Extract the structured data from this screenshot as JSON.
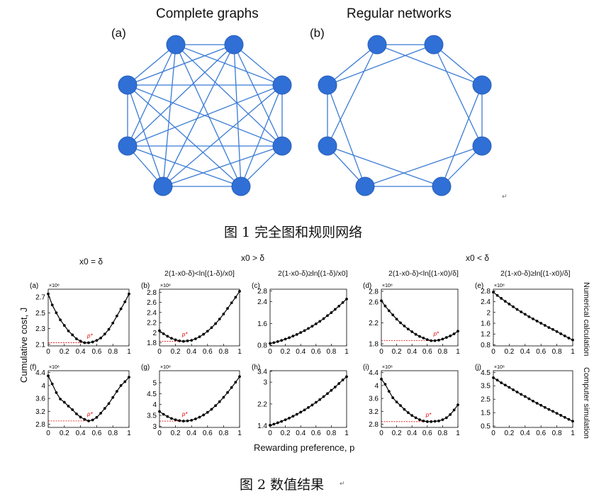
{
  "figure1": {
    "titles": [
      "Complete graphs",
      "Regular networks"
    ],
    "labels": [
      "(a)",
      "(b)"
    ],
    "caption": "图 1  完全图和规则网络",
    "mark": "↵",
    "colors": {
      "node": "#2f6fd6",
      "edge": "#3a7bd5"
    }
  },
  "figure2": {
    "caption": "图 2  数值结果",
    "mark": "↵",
    "column_headers": {
      "x0_eq": "x0 = δ",
      "x0_gt": "x0 > δ",
      "x0_lt": "x0 < δ",
      "cond_b": "2(1-x0-δ)<ln[(1-δ)/x0]",
      "cond_c": "2(1-x0-δ)≥ln[(1-δ)/x0]",
      "cond_d": "2(1-x0-δ)<ln[(1-x0)/δ]",
      "cond_e": "2(1-x0-δ)≥ln[(1-x0)/δ]"
    },
    "ylabel": "Cumulative cost,  J",
    "xlabel": "Rewarding preference, p",
    "row_labels": [
      "Numerical calculation",
      "Computer simulation"
    ],
    "colors": {
      "curve": "#000000",
      "optimum": "#e00000"
    }
  },
  "chart_data": [
    {
      "id": "a",
      "type": "line",
      "panel_label": "(a)",
      "exponent": "×10⁸",
      "x": [
        0,
        0.05,
        0.1,
        0.15,
        0.2,
        0.25,
        0.3,
        0.35,
        0.4,
        0.45,
        0.5,
        0.55,
        0.6,
        0.65,
        0.7,
        0.75,
        0.8,
        0.85,
        0.9,
        0.95,
        1
      ],
      "values": [
        2.74,
        2.6,
        2.5,
        2.41,
        2.34,
        2.27,
        2.22,
        2.17,
        2.14,
        2.12,
        2.12,
        2.13,
        2.15,
        2.18,
        2.23,
        2.29,
        2.37,
        2.46,
        2.55,
        2.64,
        2.74
      ],
      "xlim": [
        0,
        1
      ],
      "ylim": [
        2.08,
        2.8
      ],
      "yticks": [
        2.1,
        2.3,
        2.5,
        2.7
      ],
      "xticks": [
        0,
        0.2,
        0.4,
        0.6,
        0.8,
        1
      ],
      "optimum": {
        "x": 0.5,
        "y": 2.12,
        "label": "p*"
      }
    },
    {
      "id": "b",
      "type": "line",
      "panel_label": "(b)",
      "exponent": "×10⁸",
      "x": [
        0,
        0.05,
        0.1,
        0.15,
        0.2,
        0.25,
        0.3,
        0.35,
        0.4,
        0.45,
        0.5,
        0.55,
        0.6,
        0.65,
        0.7,
        0.75,
        0.8,
        0.85,
        0.9,
        0.95,
        1
      ],
      "values": [
        2.04,
        1.98,
        1.93,
        1.89,
        1.86,
        1.84,
        1.83,
        1.84,
        1.85,
        1.88,
        1.92,
        1.97,
        2.03,
        2.1,
        2.18,
        2.27,
        2.37,
        2.48,
        2.59,
        2.7,
        2.82
      ],
      "xlim": [
        0,
        1
      ],
      "ylim": [
        1.74,
        2.86
      ],
      "yticks": [
        1.8,
        2,
        2.2,
        2.4,
        2.6,
        2.8
      ],
      "xticks": [
        0,
        0.2,
        0.4,
        0.6,
        0.8,
        1
      ],
      "optimum": {
        "x": 0.3,
        "y": 1.83,
        "label": "p*"
      }
    },
    {
      "id": "c",
      "type": "line",
      "panel_label": "(c)",
      "exponent": "",
      "x": [
        0,
        0.05,
        0.1,
        0.15,
        0.2,
        0.25,
        0.3,
        0.35,
        0.4,
        0.45,
        0.5,
        0.55,
        0.6,
        0.65,
        0.7,
        0.75,
        0.8,
        0.85,
        0.9,
        0.95,
        1
      ],
      "values": [
        0.87,
        0.9,
        0.94,
        0.98,
        1.03,
        1.08,
        1.14,
        1.2,
        1.27,
        1.34,
        1.42,
        1.5,
        1.59,
        1.68,
        1.78,
        1.89,
        2.0,
        2.12,
        2.24,
        2.37,
        2.5
      ],
      "xlim": [
        0,
        1
      ],
      "ylim": [
        0.78,
        2.86
      ],
      "yticks": [
        0.8,
        1.6,
        2.4,
        2.8
      ],
      "xticks": [
        0,
        0.2,
        0.4,
        0.6,
        0.8,
        1
      ],
      "optimum": null
    },
    {
      "id": "d",
      "type": "line",
      "panel_label": "(d)",
      "exponent": "×10⁸",
      "x": [
        0,
        0.05,
        0.1,
        0.15,
        0.2,
        0.25,
        0.3,
        0.35,
        0.4,
        0.45,
        0.5,
        0.55,
        0.6,
        0.65,
        0.7,
        0.75,
        0.8,
        0.85,
        0.9,
        0.95,
        1
      ],
      "values": [
        2.62,
        2.52,
        2.43,
        2.35,
        2.27,
        2.2,
        2.14,
        2.08,
        2.03,
        1.98,
        1.94,
        1.91,
        1.88,
        1.86,
        1.86,
        1.87,
        1.89,
        1.92,
        1.95,
        1.99,
        2.04
      ],
      "xlim": [
        0,
        1
      ],
      "ylim": [
        1.76,
        2.84
      ],
      "yticks": [
        1.8,
        2.2,
        2.6,
        2.8
      ],
      "xticks": [
        0,
        0.2,
        0.4,
        0.6,
        0.8,
        1
      ],
      "optimum": {
        "x": 0.7,
        "y": 1.86,
        "label": "p*"
      }
    },
    {
      "id": "e",
      "type": "line",
      "panel_label": "(e)",
      "exponent": "×10⁸",
      "x": [
        0,
        0.05,
        0.1,
        0.15,
        0.2,
        0.25,
        0.3,
        0.35,
        0.4,
        0.45,
        0.5,
        0.55,
        0.6,
        0.65,
        0.7,
        0.75,
        0.8,
        0.85,
        0.9,
        0.95,
        1
      ],
      "values": [
        2.75,
        2.63,
        2.52,
        2.41,
        2.31,
        2.21,
        2.11,
        2.02,
        1.93,
        1.84,
        1.76,
        1.68,
        1.6,
        1.52,
        1.44,
        1.37,
        1.29,
        1.21,
        1.13,
        1.05,
        0.98
      ],
      "xlim": [
        0,
        1
      ],
      "ylim": [
        0.76,
        2.86
      ],
      "yticks": [
        0.8,
        1.2,
        1.6,
        2,
        2.4,
        2.8
      ],
      "xticks": [
        0,
        0.2,
        0.4,
        0.6,
        0.8,
        1
      ],
      "optimum": null
    },
    {
      "id": "f",
      "type": "line",
      "panel_label": "(f)",
      "exponent": "×10⁸",
      "x": [
        0,
        0.05,
        0.1,
        0.15,
        0.2,
        0.25,
        0.3,
        0.35,
        0.4,
        0.45,
        0.5,
        0.55,
        0.6,
        0.65,
        0.7,
        0.75,
        0.8,
        0.85,
        0.9,
        0.95,
        1
      ],
      "values": [
        4.3,
        4.05,
        3.78,
        3.58,
        3.48,
        3.36,
        3.25,
        3.12,
        3.02,
        2.95,
        2.9,
        2.93,
        3.01,
        3.14,
        3.29,
        3.44,
        3.63,
        3.82,
        4.0,
        4.12,
        4.26
      ],
      "xlim": [
        0,
        1
      ],
      "ylim": [
        2.7,
        4.46
      ],
      "yticks": [
        2.8,
        3.2,
        3.6,
        4,
        4.4
      ],
      "xticks": [
        0,
        0.2,
        0.4,
        0.6,
        0.8,
        1
      ],
      "optimum": {
        "x": 0.5,
        "y": 2.9,
        "label": "p*"
      }
    },
    {
      "id": "g",
      "type": "line",
      "panel_label": "(g)",
      "exponent": "×10⁸",
      "x": [
        0,
        0.05,
        0.1,
        0.15,
        0.2,
        0.25,
        0.3,
        0.35,
        0.4,
        0.45,
        0.5,
        0.55,
        0.6,
        0.65,
        0.7,
        0.75,
        0.8,
        0.85,
        0.9,
        0.95,
        1
      ],
      "values": [
        3.68,
        3.55,
        3.45,
        3.36,
        3.3,
        3.26,
        3.24,
        3.25,
        3.28,
        3.34,
        3.42,
        3.52,
        3.64,
        3.78,
        3.95,
        4.13,
        4.33,
        4.55,
        4.78,
        5.02,
        5.28
      ],
      "xlim": [
        0,
        1
      ],
      "ylim": [
        2.95,
        5.55
      ],
      "yticks": [
        3,
        3.5,
        4,
        4.5,
        5
      ],
      "xticks": [
        0,
        0.2,
        0.4,
        0.6,
        0.8,
        1
      ],
      "optimum": {
        "x": 0.3,
        "y": 3.24,
        "label": "p*"
      }
    },
    {
      "id": "h",
      "type": "line",
      "panel_label": "(h)",
      "exponent": "",
      "x": [
        0,
        0.05,
        0.1,
        0.15,
        0.2,
        0.25,
        0.3,
        0.35,
        0.4,
        0.45,
        0.5,
        0.55,
        0.6,
        0.65,
        0.7,
        0.75,
        0.8,
        0.85,
        0.9,
        0.95,
        1
      ],
      "values": [
        1.42,
        1.46,
        1.51,
        1.56,
        1.62,
        1.68,
        1.75,
        1.82,
        1.9,
        1.98,
        2.07,
        2.16,
        2.26,
        2.36,
        2.47,
        2.58,
        2.7,
        2.82,
        2.95,
        3.08,
        3.2
      ],
      "xlim": [
        0,
        1
      ],
      "ylim": [
        1.34,
        3.42
      ],
      "yticks": [
        1.4,
        2.2,
        3,
        3.4
      ],
      "xticks": [
        0,
        0.2,
        0.4,
        0.6,
        0.8,
        1
      ],
      "optimum": null
    },
    {
      "id": "i",
      "type": "line",
      "panel_label": "(i)",
      "exponent": "×10⁸",
      "x": [
        0,
        0.05,
        0.1,
        0.15,
        0.2,
        0.25,
        0.3,
        0.35,
        0.4,
        0.45,
        0.5,
        0.55,
        0.6,
        0.65,
        0.7,
        0.75,
        0.8,
        0.85,
        0.9,
        0.95,
        1
      ],
      "values": [
        4.2,
        4.04,
        3.82,
        3.62,
        3.49,
        3.38,
        3.26,
        3.16,
        3.07,
        3.0,
        2.94,
        2.9,
        2.88,
        2.88,
        2.89,
        2.9,
        2.94,
        3.0,
        3.1,
        3.24,
        3.4
      ],
      "xlim": [
        0,
        1
      ],
      "ylim": [
        2.7,
        4.46
      ],
      "yticks": [
        2.8,
        3.2,
        3.6,
        4,
        4.4
      ],
      "xticks": [
        0,
        0.2,
        0.4,
        0.6,
        0.8,
        1
      ],
      "optimum": {
        "x": 0.6,
        "y": 2.88,
        "label": "p*"
      }
    },
    {
      "id": "j",
      "type": "line",
      "panel_label": "(j)",
      "exponent": "×10⁸",
      "x": [
        0,
        0.05,
        0.1,
        0.15,
        0.2,
        0.25,
        0.3,
        0.35,
        0.4,
        0.45,
        0.5,
        0.55,
        0.6,
        0.65,
        0.7,
        0.75,
        0.8,
        0.85,
        0.9,
        0.95,
        1
      ],
      "values": [
        4.1,
        3.92,
        3.72,
        3.55,
        3.38,
        3.2,
        3.03,
        2.86,
        2.7,
        2.53,
        2.36,
        2.2,
        2.05,
        1.89,
        1.74,
        1.6,
        1.45,
        1.3,
        1.15,
        1.0,
        0.86
      ],
      "xlim": [
        0,
        1
      ],
      "ylim": [
        0.4,
        4.62
      ],
      "yticks": [
        0.5,
        1.5,
        2.5,
        3.5,
        4.5
      ],
      "xticks": [
        0,
        0.2,
        0.4,
        0.6,
        0.8,
        1
      ],
      "optimum": null
    }
  ]
}
